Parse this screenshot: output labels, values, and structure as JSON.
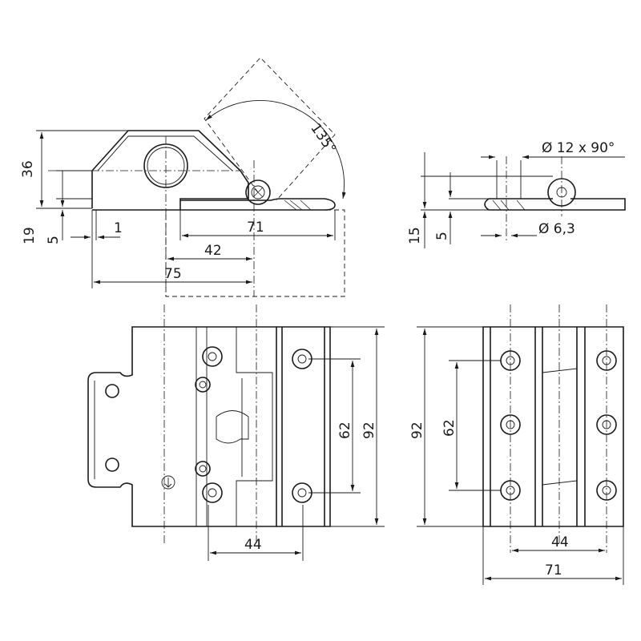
{
  "drawing": {
    "side_view": {
      "height_total": "36",
      "height_lower": "19",
      "height_small": "5",
      "offset": "1",
      "leaf_length": "71",
      "pin_to_hole": "42",
      "overall": "75",
      "opening_angle": "135°"
    },
    "end_view": {
      "countersink": "Ø 12 x 90°",
      "hole": "Ø 6,3",
      "height": "15",
      "thickness": "5"
    },
    "front_view_left": {
      "hole_spacing_v": "62",
      "height": "92",
      "hole_spacing_h": "44"
    },
    "front_view_right": {
      "height": "92",
      "hole_spacing_v": "62",
      "hole_spacing_h": "44",
      "width": "71"
    }
  }
}
